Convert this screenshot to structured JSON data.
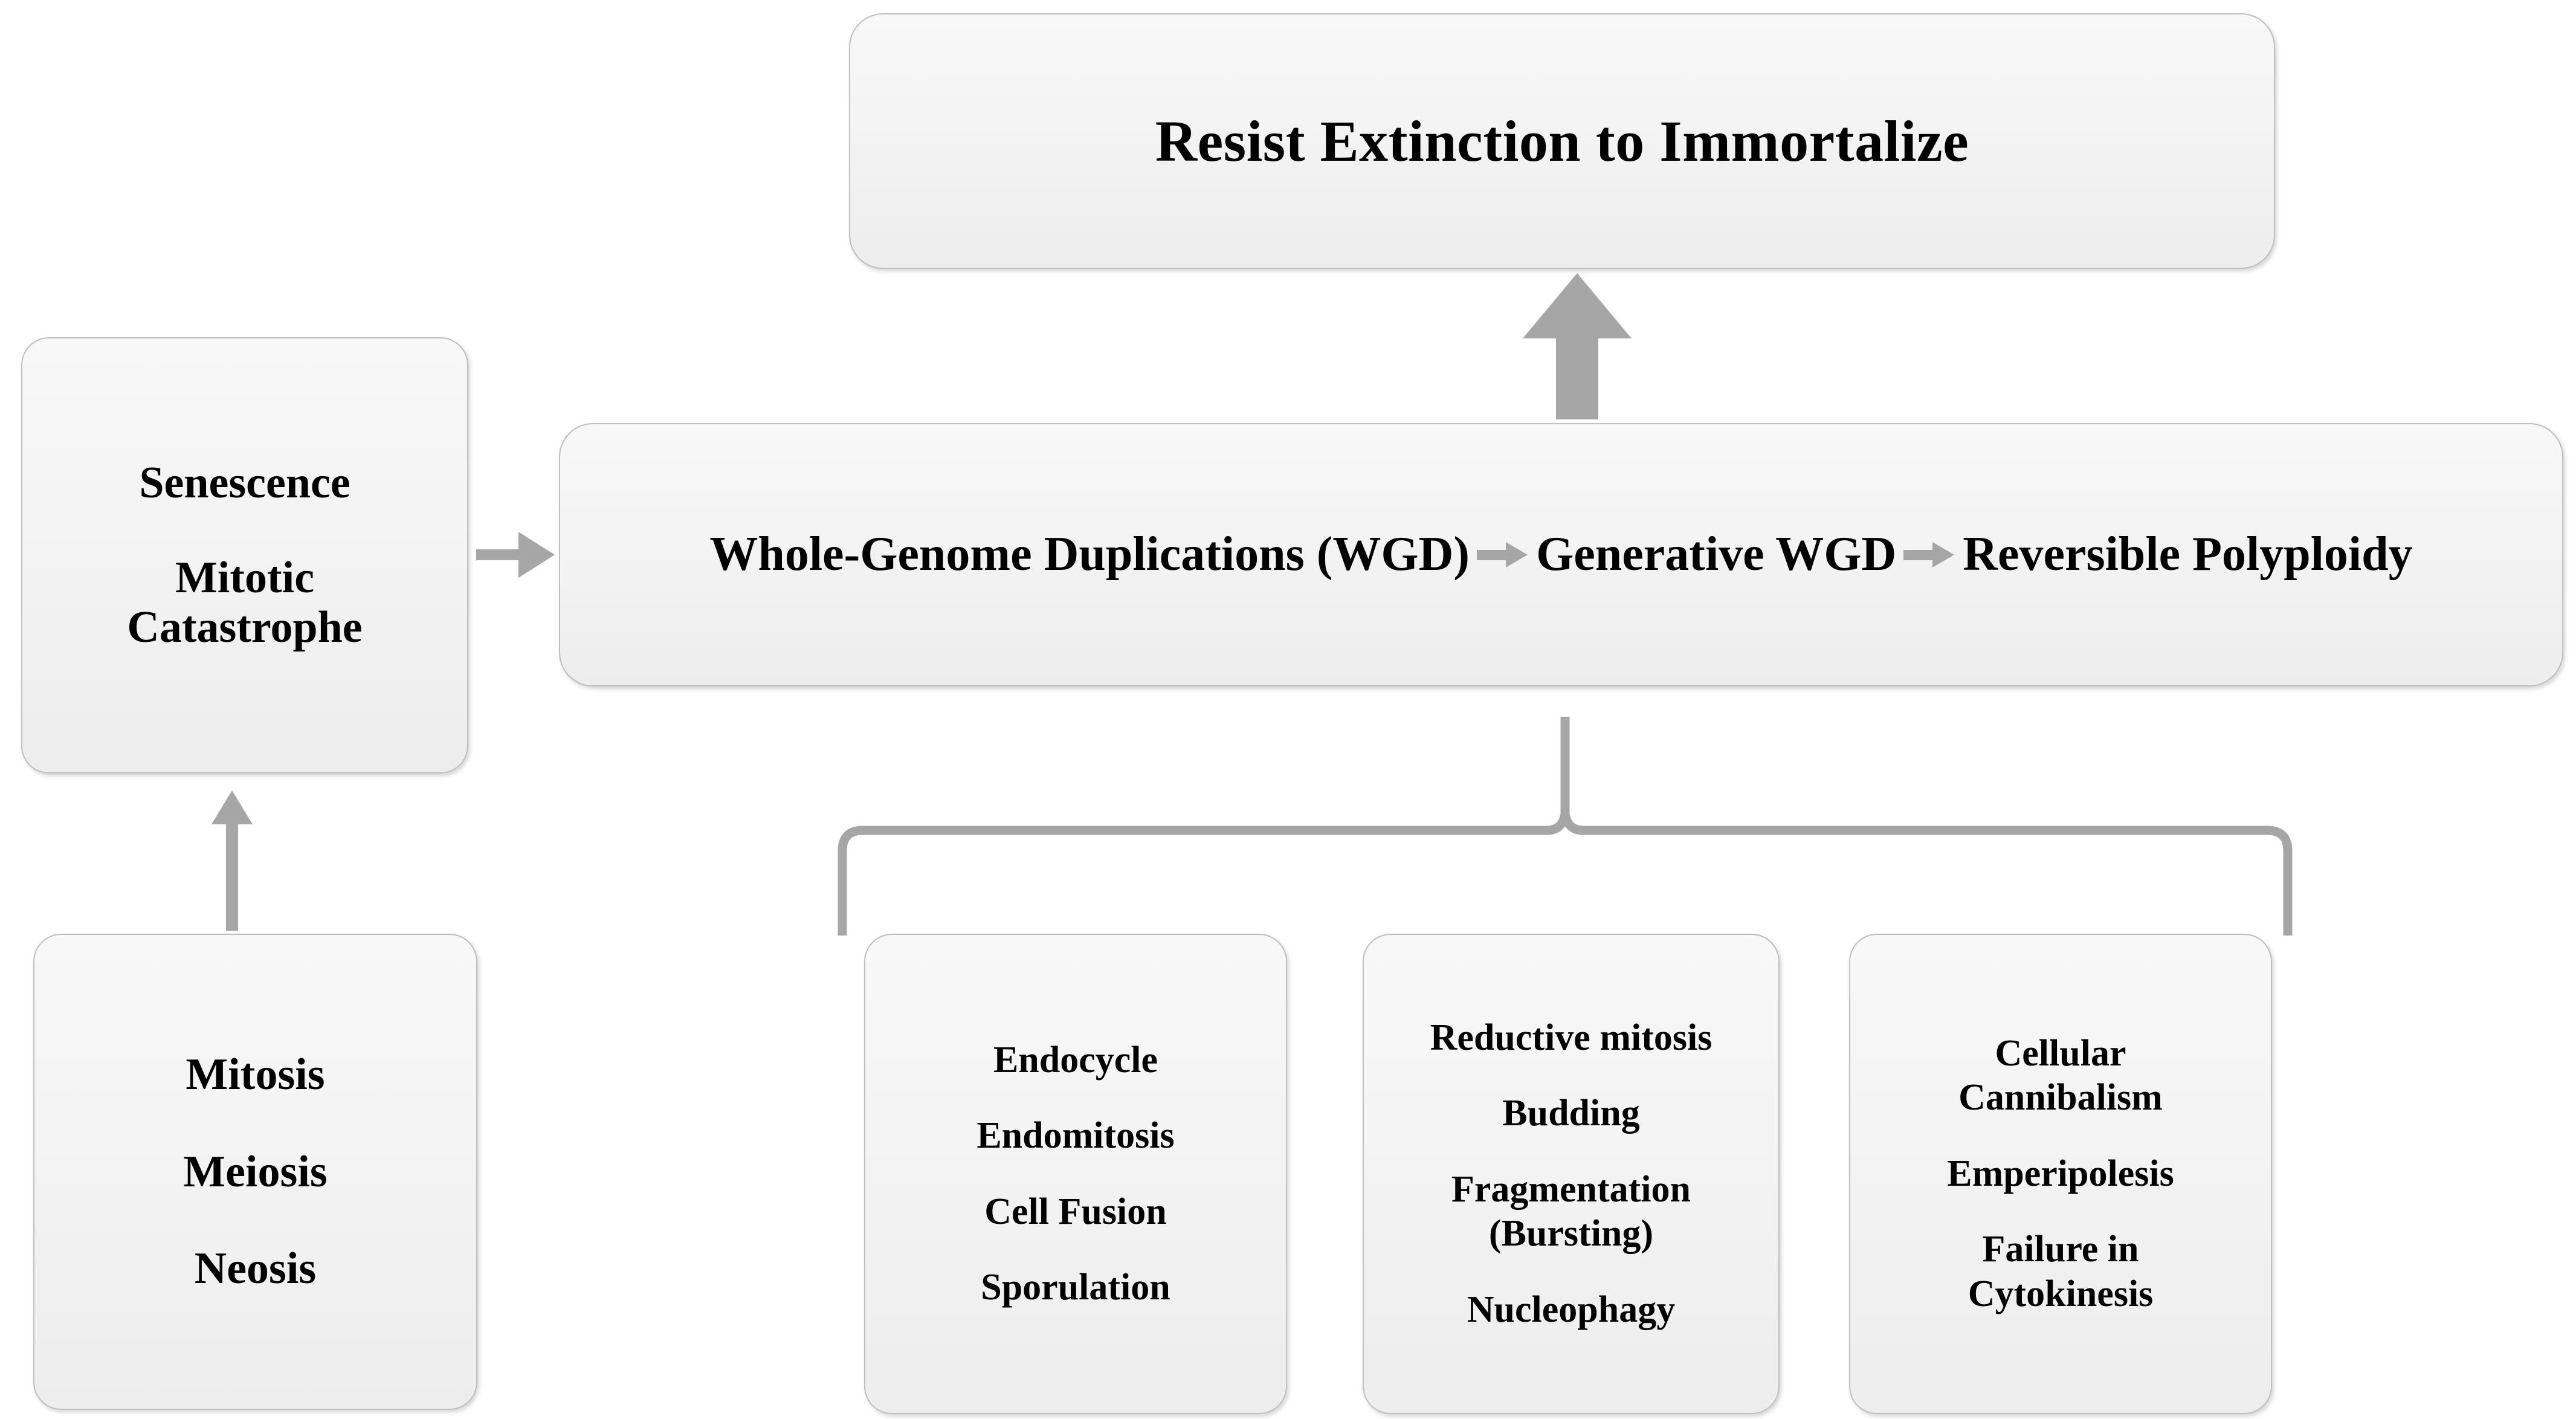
{
  "diagram": {
    "title_node": {
      "text": "Resist Extinction to Immortalize"
    },
    "pathway_node": {
      "step_1": "Whole-Genome Duplications (WGD)",
      "step_2": "Generative WGD",
      "step_3": "Reversible Polyploidy",
      "arrow_1": "right-arrow-icon",
      "arrow_2": "right-arrow-icon"
    },
    "stress_node": {
      "line_1": "Senescence",
      "line_2": "Mitotic",
      "line_3": "Catastrophe"
    },
    "division_node": {
      "line_1": "Mitosis",
      "line_2": "Meiosis",
      "line_3": "Neosis"
    },
    "mechanism_groups": [
      {
        "id": "group-1",
        "items": [
          "Endocycle",
          "Endomitosis",
          "Cell Fusion",
          "Sporulation"
        ]
      },
      {
        "id": "group-2",
        "items": [
          "Reductive mitosis",
          "Budding",
          "Fragmentation",
          "(Bursting)",
          "Nucleophagy"
        ]
      },
      {
        "id": "group-3",
        "items": [
          "Cellular",
          "Cannibalism",
          "Emperipolesis",
          "Failure in",
          "Cytokinesis"
        ]
      }
    ],
    "connectors": {
      "division_to_stress": "up-arrow-icon",
      "stress_to_pathway": "right-arrow-icon",
      "pathway_to_title": "up-arrow-icon",
      "pathway_to_mechanisms": "curly-brace-icon"
    },
    "colors": {
      "box_border": "#bfbfbf",
      "box_fill_top": "#f8f8f8",
      "box_fill_bottom": "#ededed",
      "arrow_gray": "#a6a6a6",
      "text": "#000000",
      "background": "#ffffff"
    }
  }
}
